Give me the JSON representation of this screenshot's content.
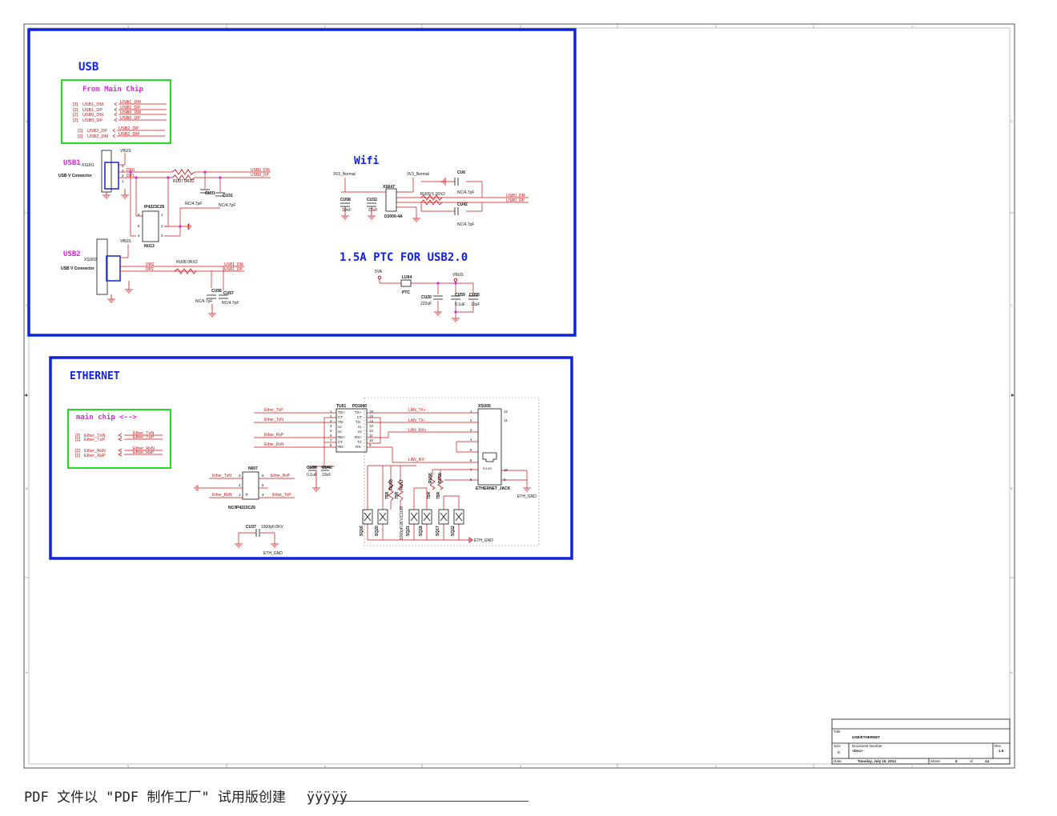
{
  "sections": {
    "usb": "USB",
    "wifi": "Wifi",
    "ptc": "1.5A PTC FOR USB2.0",
    "ethernet": "ETHERNET"
  },
  "usb": {
    "from_main_title": "From Main Chip",
    "main_refs": [
      "[2]",
      "[2]",
      "[2]",
      "[2]"
    ],
    "main_in": [
      "USB1_DM",
      "USB1_DP",
      "USB0_DM",
      "USB0_DP"
    ],
    "main_out": [
      "USB1_DM",
      "USB1_DP",
      "USB0_DM",
      "USB0_DP"
    ],
    "main2_refs": [
      "[2]",
      "[2]"
    ],
    "main2_in": [
      "USB2_DP",
      "USB2_DM"
    ],
    "main2_out": [
      "USB2_DP",
      "USB2_DM"
    ],
    "usb1_label": "USB1",
    "usb1_ref": "XSU01",
    "usb1_desc": "USB V Connector",
    "usb2_label": "USB2",
    "usb2_ref": "XSU02",
    "usb2_desc": "USB V Connector",
    "vbus": "VBUS",
    "pins": [
      "4",
      "3",
      "2",
      "1",
      "5"
    ],
    "dm1": "DM1",
    "dp1": "DP1",
    "dm2": "DM2",
    "dp2": "DP2",
    "ru07": "RU07 0RX2",
    "ru08": "RU08 0RX2",
    "cu01": "CU01",
    "cu01_val": "NC/4.7pF",
    "cu31": "CU31",
    "cu31_val": "NC/4.7pF",
    "cu56": "CU56",
    "cu56_val": "NC/4.7pF",
    "cu57": "CU57",
    "cu57_val": "NC/4.7pF",
    "ip_part": "IP4223CZ6",
    "nu13": "NU13",
    "net_usb2_dm": "USB2_DM",
    "net_usb2_dp": "USB2_DP",
    "net_usb1_dm": "USB1_DM",
    "net_usb1_dp": "USB1_DP"
  },
  "wifi": {
    "v1": "3V3_Normal",
    "v2": "3V3_Normal",
    "cu58": "CU58",
    "cu58_val": "10nF",
    "cu32": "CU32",
    "cu32_val": "22uF",
    "xs": "XS647",
    "xs_part": "D2000-4A",
    "ru09": "RU09 5.1RX2",
    "cu6": "CU6",
    "cu6_val": "NC/4.7pF",
    "cu42": "CU42",
    "cu42_val": "NC/4.7pF",
    "net_dm": "USB0_DM",
    "net_dp": "USB0_DP"
  },
  "ptc": {
    "v5": "5VA",
    "lu04": "LU04",
    "lu04_part": "PTC",
    "vbus": "VBUS",
    "cu20": "CU20",
    "cu20_val": "220uF",
    "cu59": "CU59",
    "cu59_val": "0.1uF",
    "cu55": "CU55",
    "cu55_val": "10uF"
  },
  "eth": {
    "main_title": "main chip <-->",
    "main_refs": [
      "[2]",
      "[2]",
      "[2]",
      "[2]"
    ],
    "main_in": [
      "Ether_TxN",
      "Ether_TxP",
      "Ether_RxN",
      "Ether_RxP"
    ],
    "main_out": [
      "Ether_TxN",
      "Ether_TxP",
      "Ether_RxN",
      "Ether_RxP"
    ],
    "tu01": "TU01",
    "tu01_part": "PD1660",
    "tu_left_pins": [
      "TD+",
      "CT",
      "TD-",
      "nc",
      "nc",
      "RD+",
      "CT",
      "RD-"
    ],
    "tu_right_pins": [
      "TX+",
      "CT",
      "TX-",
      "nc",
      "nc",
      "RX+",
      "TC",
      "RX-"
    ],
    "tu_left_num": [
      "1",
      "2",
      "3",
      "4",
      "5",
      "6",
      "7",
      "8"
    ],
    "tu_right_num": [
      "16",
      "15",
      "14",
      "13",
      "12",
      "11",
      "10",
      "9"
    ],
    "nets_left": [
      "Ether_TxP",
      "Ether_TxN",
      "Ether_RxP",
      "Ether_RxN"
    ],
    "nets_lan": [
      "LAN_TX+",
      "LAN_TX-",
      "LAN_RX+",
      "LAN_RX-"
    ],
    "cu39": "CU39",
    "cu39_val": "0.1uF",
    "cu40": "CU40",
    "cu40_val": "10nF",
    "xsu05": "XSU05",
    "xsu05_part": "ETHERNET_JACK",
    "rj45": "RJ-45",
    "jack_pins": [
      "1",
      "2",
      "3",
      "4",
      "5",
      "6",
      "7",
      "8"
    ],
    "jack_r": [
      "12",
      "11",
      "10",
      "9"
    ],
    "eth_gnd": "ETH_GND",
    "n607": "N607",
    "n607_part": "NC/IP4223CZ6",
    "n607_left": [
      "Ether_TxN",
      "Ether_RxN"
    ],
    "n607_right": [
      "Ether_RxP",
      "Ether_TxP"
    ],
    "n607_pins_l": [
      "3",
      "2",
      "1"
    ],
    "n607_pins_r": [
      "6",
      "5",
      "4"
    ],
    "cu37": "CU37",
    "cu37_val": "1000pF/2KV",
    "ru_pair1": [
      "RU60",
      "RU57"
    ],
    "ru_pair2": [
      "RU56",
      "RU59"
    ],
    "r_val": "75R",
    "sq": [
      "SQ16",
      "SQ20",
      "SQ21",
      "SQ18",
      "SQ17",
      "SQ22"
    ],
    "cu38": "1000pF/2KV/CU38"
  },
  "title_block": {
    "title_label": "Title",
    "title": "USB/ETHERNET",
    "size_label": "Size",
    "size": "C",
    "docnum_label": "Document Number",
    "doc": "<Doc>",
    "rev_label": "Rev",
    "rev": "1.0",
    "date_label": "Date:",
    "date": "Tuesday, July 15, 2014",
    "sheet_label": "Sheet",
    "sheet": "6",
    "of_label": "of",
    "of": "14"
  },
  "border": {
    "top_nums": [
      "5",
      "4",
      "3",
      "2",
      "1"
    ],
    "side_letters": [
      "D",
      "C",
      "B",
      "A"
    ]
  },
  "footer": {
    "text": "PDF 文件以 \"PDF 制作工厂\" 试用版创建",
    "sig": "ÿÿÿÿÿ"
  },
  "colors": {
    "frame": "#1122dd",
    "inner": "#22dd22",
    "net": "#cc1111",
    "label": "#dd22dd",
    "wire": "#cc1111"
  }
}
